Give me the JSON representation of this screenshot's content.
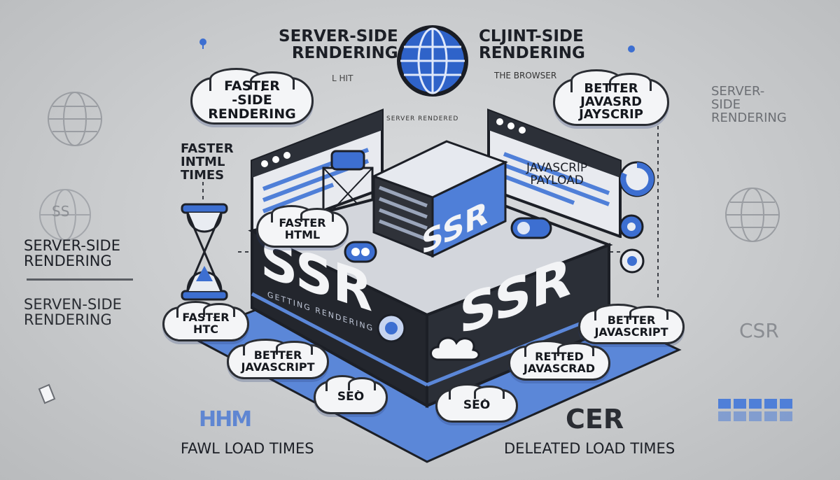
{
  "top_labels": {
    "left": [
      "SERVER-SIDE",
      "RENDERING"
    ],
    "right": [
      "CLJINT-SIDE",
      "RENDERING"
    ]
  },
  "small_text": {
    "lhit": "L HIT",
    "browser": "THE BROWSER",
    "status_strip": "SERVER RENDERED"
  },
  "clouds": {
    "faster_side_rendering": [
      "FASTER",
      "-SIDE",
      "RENDERING"
    ],
    "better_javascript_top": [
      "BETTER",
      "JAVASRD",
      "JAYSCRIP"
    ],
    "faster_html": [
      "FASTER",
      "HTML"
    ],
    "faster_htc": [
      "FASTER",
      "HTC"
    ],
    "better_javascript_left": [
      "BETTER",
      "JAVASCRIPT"
    ],
    "better_javascript_right": [
      "BETTER",
      "JAVASCRIPT"
    ],
    "retted_javascrad": [
      "RETTED",
      "JAVASCRAD"
    ],
    "seo_left": "SEO",
    "seo_right": "SEO"
  },
  "side_labels": {
    "faster_intml_times": [
      "FASTER",
      "INTML",
      "TIMES"
    ],
    "javascrip_payload": [
      "JAVASCRIP",
      "PAYLOAD"
    ],
    "server_side_rendering_left": [
      "SERVER-SIDE",
      "RENDERING"
    ],
    "serven_side_rendering": [
      "SERVEN-SIDE",
      "RENDERING"
    ],
    "server_side_rendering_right": [
      "SERVER-",
      "SIDE",
      "RENDERING"
    ],
    "csr_right": "CSR",
    "ss_badge": "SS"
  },
  "platform": {
    "front_left": "SSR",
    "front_right": "SSR",
    "server_box": "SSR",
    "strip_text": "GETTING RENDERING"
  },
  "bottom": {
    "hhm": "HHM",
    "fawl_load_times": "FAWL LOAD TIMES",
    "cer": "CER",
    "deleated_load_times": "DELEATED LOAD TIMES"
  },
  "colors": {
    "accent_blue": "#3d6fd1",
    "dark_outline": "#23262d",
    "cloud_fill": "#f4f5f7",
    "background": "#c9cbcd"
  },
  "icons": [
    "globe-icon",
    "hourglass-icon",
    "browser-window-icon",
    "server-icon",
    "cloud-icon",
    "power-icon"
  ]
}
